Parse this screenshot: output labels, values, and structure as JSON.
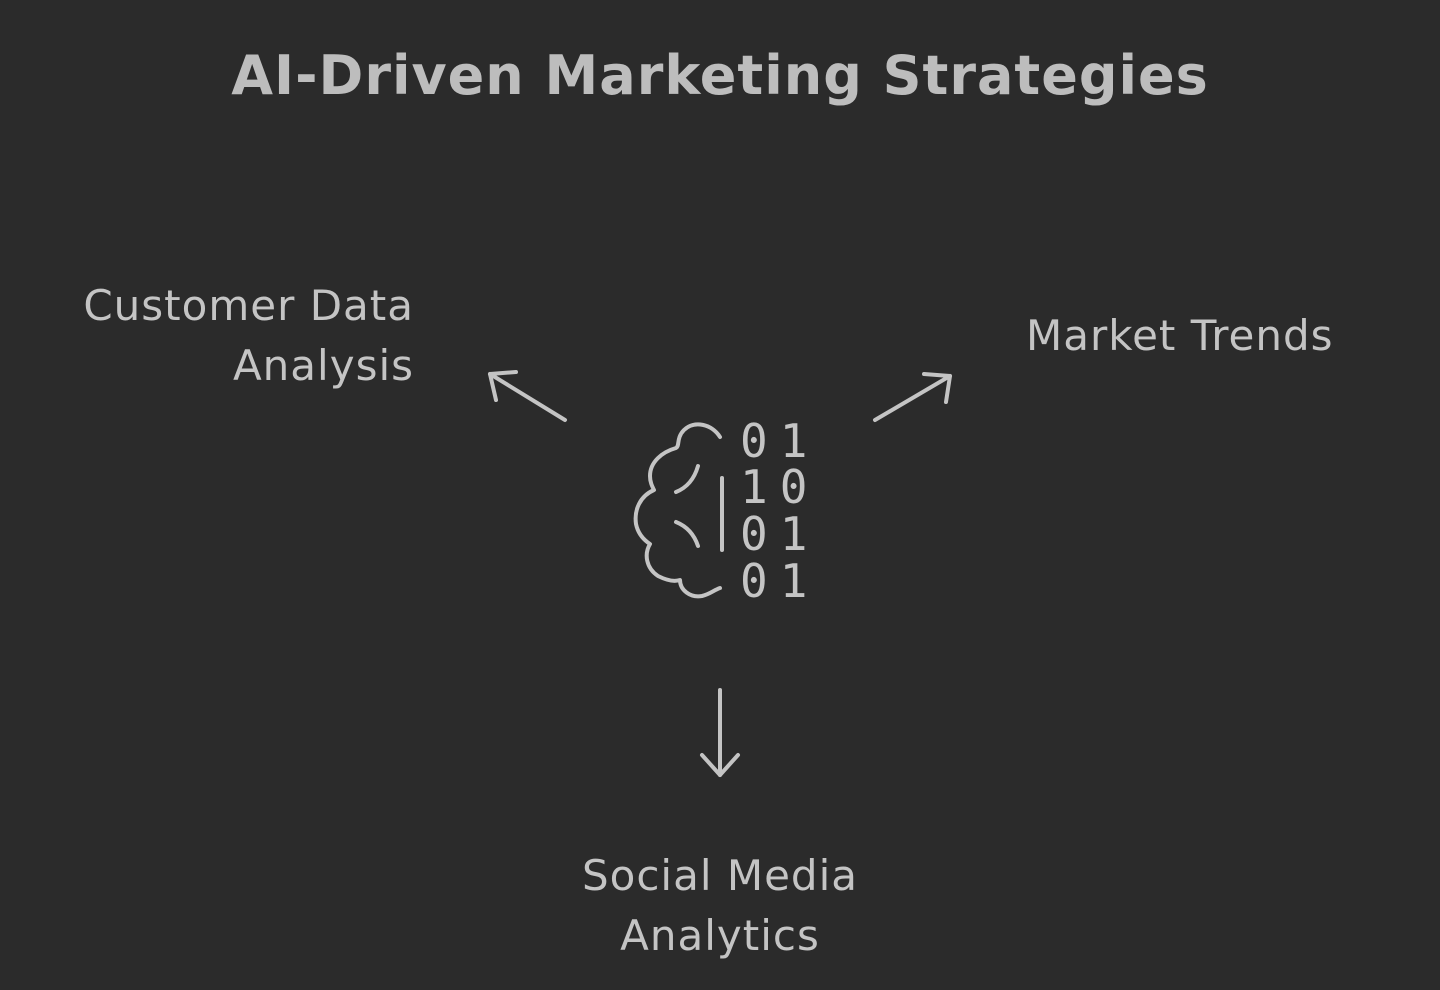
{
  "title": "AI-Driven Marketing Strategies",
  "center_icon": {
    "name": "brain-binary-icon",
    "binary_rows": [
      "01",
      "10",
      "01",
      "01"
    ]
  },
  "branches": {
    "left": {
      "line1": "Customer Data",
      "line2": "Analysis"
    },
    "right": {
      "line1": "Market Trends"
    },
    "bottom": {
      "line1": "Social Media",
      "line2": "Analytics"
    }
  },
  "colors": {
    "background": "#2b2b2b",
    "foreground": "#c4c4c4"
  }
}
